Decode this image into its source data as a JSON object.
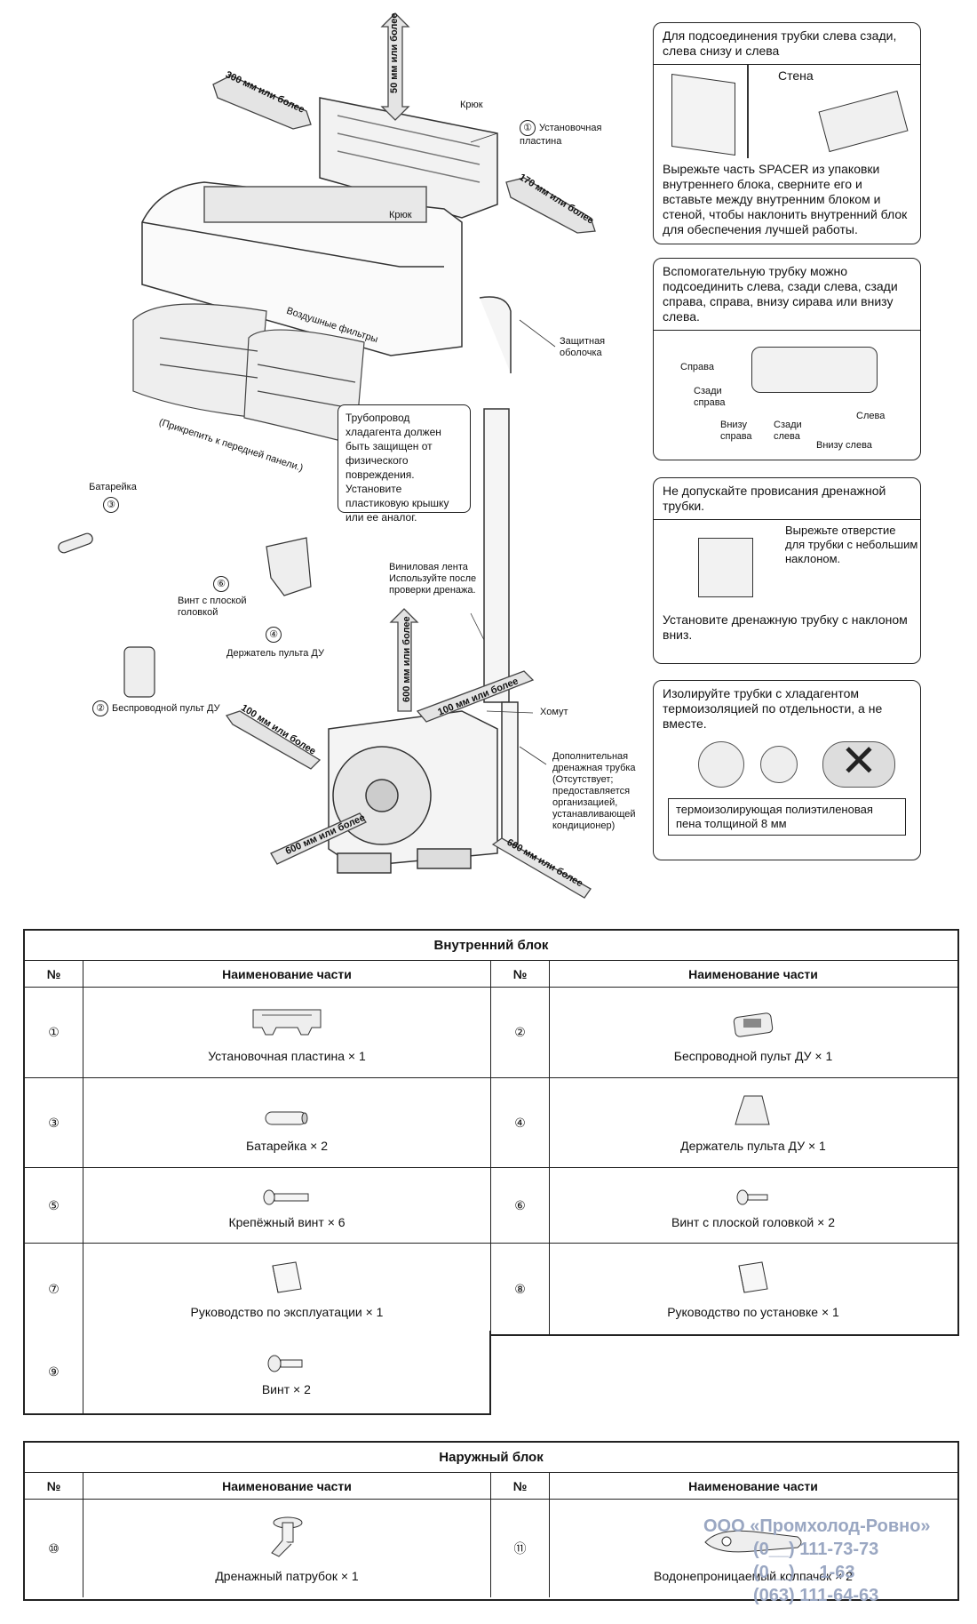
{
  "diagram": {
    "clearances": {
      "top": "50 мм или более",
      "left": "300 мм или более",
      "right": "170 мм или более",
      "outdoor_top": "600 мм или более",
      "outdoor_pipe": "100 мм или более",
      "outdoor_left": "100 мм или более",
      "outdoor_front": "600 мм или более",
      "outdoor_right": "600 мм или более"
    },
    "labels": {
      "hook_top": "Крюк",
      "hook_bottom": "Крюк",
      "mounting_plate_num": "①",
      "mounting_plate": "Установочная пластина",
      "air_filters": "Воздушные фильтры",
      "attach_front_panel": "(Прикрепить к передней панели.)",
      "protective_sheath": "Защитная оболочка",
      "battery": "Батарейка",
      "battery_num": "③",
      "flat_screw_num": "⑥",
      "flat_screw": "Винт с плоской головкой",
      "holder_num": "④",
      "holder": "Держатель пульта ДУ",
      "remote_num": "②",
      "remote": "Беспроводной пульт ДУ",
      "vinyl_tape": "Виниловая лента Используйте после проверки дренажа.",
      "clamp": "Хомут",
      "extra_drain": "Дополнительная дренажная трубка (Отсутствует; предоставляется организацией, устанавливающей кондиционер)"
    },
    "pipe_note": "Трубопровод хладагента должен быть защищен от физического повреждения. Установите пластиковую крышку или ее аналог.",
    "callouts": {
      "spacer_title": "Для подсоединения трубки слева сзади, слева снизу и слева",
      "spacer_wall": "Стена",
      "spacer_text": "Вырежьте часть SPACER из упаковки внутреннего блока, сверните его и вставьте между внутренним блоком и стеной, чтобы наклонить внутренний блок для обеспечения лучшей работы.",
      "aux_title": "Вспомогательную трубку можно подсоединить слева, сзади слева, сзади справа, справа, внизу сирава или внизу слева.",
      "aux_right": "Справа",
      "aux_back_right": "Сзади справа",
      "aux_bottom_right": "Внизу справа",
      "aux_back_left": "Сзади слева",
      "aux_left": "Слева",
      "aux_bottom_left": "Внизу слева",
      "drain_title": "Не допускайте провисания дренажной трубки.",
      "drain_cut": "Вырежьте отверстие для трубки с небольшим наклоном.",
      "drain_install": "Установите дренажную трубку с наклоном вниз.",
      "insul_title": "Изолируйте трубки с хладагентом термоизоляцией по отдельности, а не вместе.",
      "insul_note": "термоизолирующая полиэтиленовая пена толщиной 8 мм"
    }
  },
  "indoor_table": {
    "title": "Внутренний блок",
    "col_num": "№",
    "col_name": "Наименование части",
    "rows": [
      [
        {
          "num": "①",
          "name": "Установочная пластина × 1",
          "icon": "mounting-plate-icon"
        },
        {
          "num": "②",
          "name": "Беспроводной пульт ДУ × 1",
          "icon": "remote-icon"
        }
      ],
      [
        {
          "num": "③",
          "name": "Батарейка × 2",
          "icon": "battery-icon"
        },
        {
          "num": "④",
          "name": "Держатель пульта ДУ × 1",
          "icon": "holder-icon"
        }
      ],
      [
        {
          "num": "⑤",
          "name": "Крепёжный винт × 6",
          "icon": "screw-icon"
        },
        {
          "num": "⑥",
          "name": "Винт с плоской головкой × 2",
          "icon": "flat-screw-icon"
        }
      ],
      [
        {
          "num": "⑦",
          "name": "Руководство по эксплуатации × 1",
          "icon": "manual-icon"
        },
        {
          "num": "⑧",
          "name": "Руководство по установке × 1",
          "icon": "manual-icon"
        }
      ],
      [
        {
          "num": "⑨",
          "name": "Винт × 2",
          "icon": "screw-icon"
        }
      ]
    ]
  },
  "outdoor_table": {
    "title": "Наружный блок",
    "col_num": "№",
    "col_name": "Наименование части",
    "rows": [
      [
        {
          "num": "⑩",
          "name": "Дренажный патрубок × 1",
          "icon": "drain-elbow-icon"
        },
        {
          "num": "⑪",
          "name": "Водонепроницаемый колпачок × 2",
          "icon": "cap-icon"
        }
      ]
    ]
  },
  "watermark": {
    "company": "ООО «Промхолод-Ровно»",
    "phone1": "(0__) 111-73-73",
    "phone2": "(0__) __1-63",
    "phone3": "(063) 111-64-63"
  }
}
